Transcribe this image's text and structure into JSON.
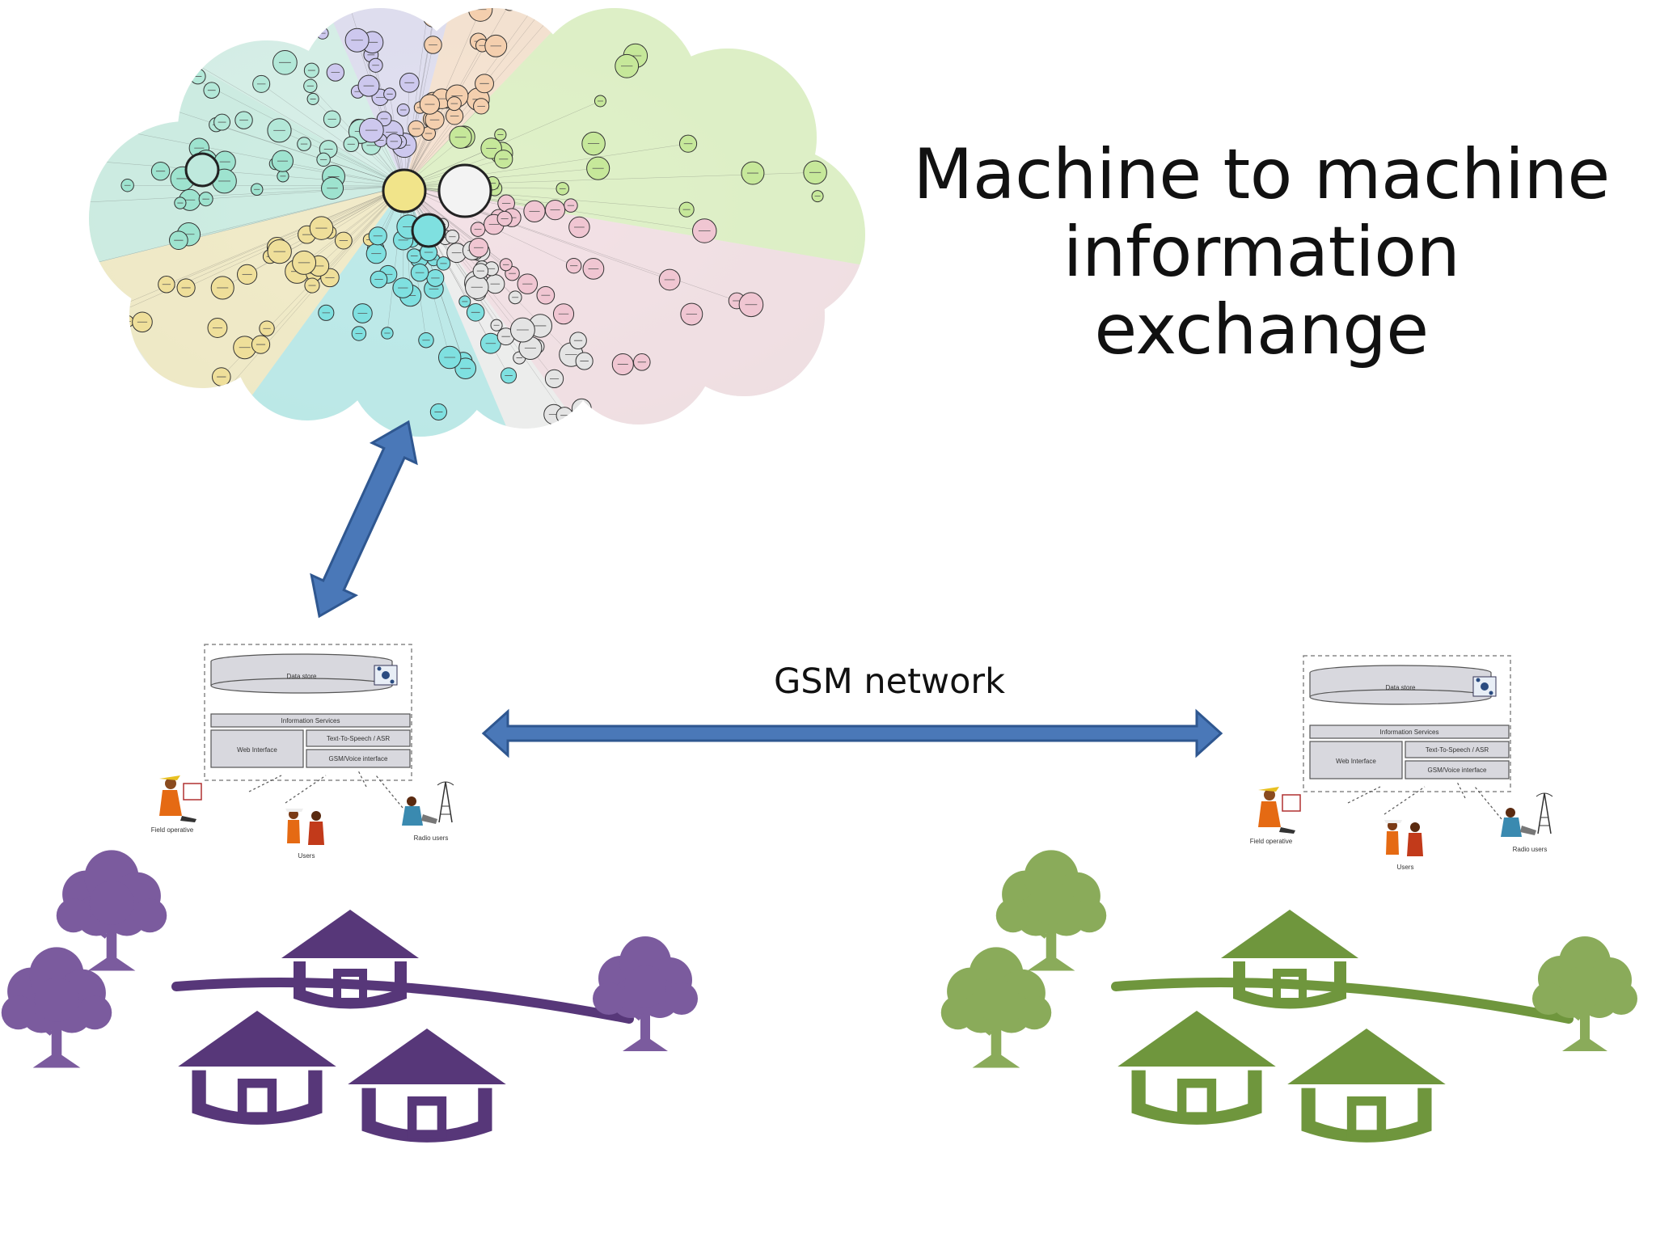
{
  "title": {
    "line1": "Machine to machine",
    "line2": "information exchange"
  },
  "gsm": {
    "label": "GSM network"
  },
  "stack": {
    "data_store": "Data store",
    "info_services": "Information Services",
    "web_interface": "Web Interface",
    "tts": "Text-To-Speech / ASR",
    "gsm_voice": "GSM/Voice interface",
    "field_operative": "Field operative",
    "users": "Users",
    "radio_users": "Radio users"
  },
  "colors": {
    "arrow": "#4a78b8",
    "arrow_border": "#2f5790",
    "village_left_house": "#573779",
    "village_left_tree": "#7b5b9e",
    "village_right_house": "#6f963d",
    "village_right_tree": "#8aab5a"
  },
  "icons": {
    "database": "database-icon",
    "tower": "radio-tower-icon"
  }
}
